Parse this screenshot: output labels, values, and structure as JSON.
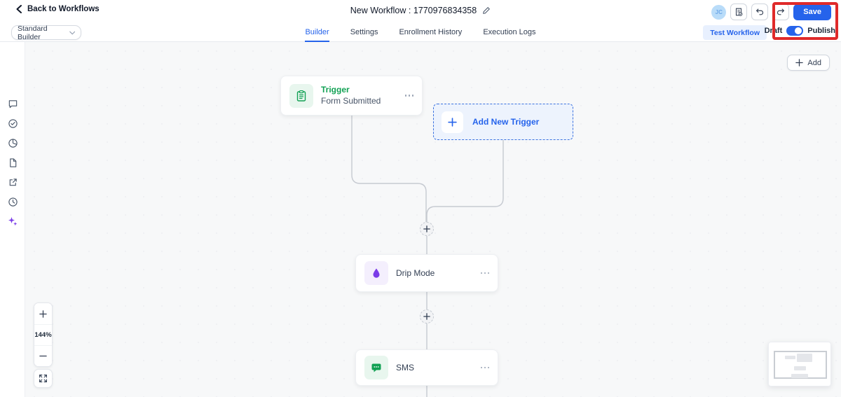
{
  "colors": {
    "accent_blue": "#2563eb",
    "trigger_green": "#12a154",
    "drip_purple": "#7a3ce8",
    "annotation_red": "#df2a2a"
  },
  "header": {
    "back_label": "Back to Workflows",
    "title": "New Workflow : 1770976834358",
    "avatar_initials": "JC",
    "save_label": "Save"
  },
  "toolbar": {
    "builder_mode": "Standard Builder",
    "tabs": [
      {
        "label": "Builder",
        "active": true
      },
      {
        "label": "Settings",
        "active": false
      },
      {
        "label": "Enrollment History",
        "active": false
      },
      {
        "label": "Execution Logs",
        "active": false
      }
    ],
    "test_workflow_label": "Test Workflow",
    "draft_label": "Draft",
    "publish_label": "Publish",
    "publish_toggle_on": true
  },
  "sidebar": {
    "icons": [
      "comment",
      "check-circle",
      "pie-chart",
      "document",
      "external-link",
      "history",
      "ai-assistant"
    ]
  },
  "canvas": {
    "add_button_label": "Add",
    "zoom_level": "144%",
    "nodes": {
      "trigger": {
        "title": "Trigger",
        "subtitle": "Form Submitted"
      },
      "add_new_trigger": {
        "label": "Add New Trigger"
      },
      "drip": {
        "title": "Drip Mode"
      },
      "sms": {
        "title": "SMS"
      }
    }
  }
}
